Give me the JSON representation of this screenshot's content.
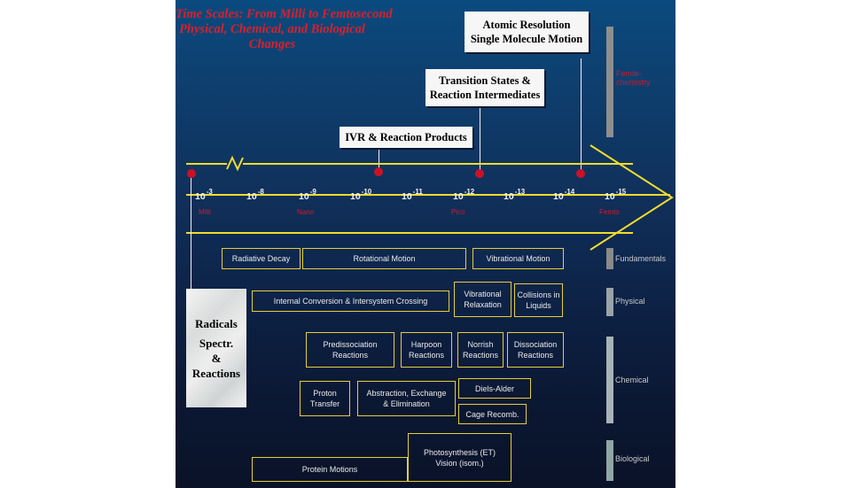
{
  "title": {
    "line1": "Time Scales: From Milli to Femtosecond",
    "line2": "Physical, Chemical, and Biological",
    "line3": "Changes"
  },
  "callouts": {
    "atomic": {
      "line1": "Atomic Resolution",
      "line2": "Single Molecule Motion"
    },
    "transition": {
      "line1": "Transition States &",
      "line2": "Reaction Intermediates"
    },
    "ivr": {
      "line1": "IVR & Reaction Products"
    }
  },
  "axis": {
    "base": "10",
    "ticks": [
      {
        "exp": "-3"
      },
      {
        "exp": "-8"
      },
      {
        "exp": "-9"
      },
      {
        "exp": "-10"
      },
      {
        "exp": "-11"
      },
      {
        "exp": "-12"
      },
      {
        "exp": "-13"
      },
      {
        "exp": "-14"
      },
      {
        "exp": "-15"
      }
    ],
    "units": [
      "Milli",
      "Nano",
      "Pico",
      "Femto"
    ]
  },
  "processes": {
    "radiative_decay": "Radiative Decay",
    "rotational_motion": "Rotational Motion",
    "vibrational_motion": "Vibrational Motion",
    "internal_conversion": "Internal Conversion & Intersystem Crossing",
    "vibrational_relaxation": {
      "line1": "Vibrational",
      "line2": "Relaxation"
    },
    "collisions": {
      "line1": "Collisions in",
      "line2": "Liquids"
    },
    "predissociation": {
      "line1": "Predissociation",
      "line2": "Reactions"
    },
    "harpoon": {
      "line1": "Harpoon",
      "line2": "Reactions"
    },
    "norrish": {
      "line1": "Norrish",
      "line2": "Reactions"
    },
    "dissociation": {
      "line1": "Dissociation",
      "line2": "Reactions"
    },
    "proton_transfer": {
      "line1": "Proton",
      "line2": "Transfer"
    },
    "abstraction": {
      "line1": "Abstraction, Exchange",
      "line2": "& Elimination"
    },
    "diels_alder": "Diels-Alder",
    "cage_recomb": "Cage Recomb.",
    "photosynthesis": {
      "line1": "Photosynthesis (ET)",
      "line2": "Vision (isom.)"
    },
    "protein_motions": "Protein Motions"
  },
  "side_box": {
    "line1": "Radicals",
    "line2": "Spectr.",
    "line3": "&",
    "line4": "Reactions"
  },
  "categories": {
    "femtochemistry": {
      "line1": "Femto-",
      "line2": "chemistry"
    },
    "fundamentals": "Fundamentals",
    "physical": "Physical",
    "chemical": "Chemical",
    "biological": "Biological"
  },
  "colors": {
    "title": "#d9202b",
    "axis": "#f0dc2e",
    "marker": "#cc1126",
    "box_border": "#e3cf3b",
    "unit_label": "#cc1e2f"
  }
}
